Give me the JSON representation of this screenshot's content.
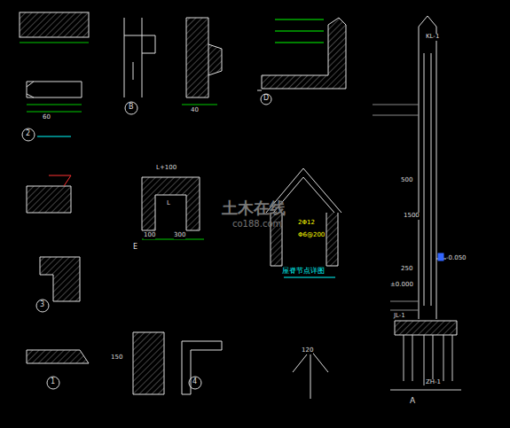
{
  "diagram": {
    "labels": [
      "土木在线",
      "co188.com",
      "屋脊节点详图",
      "2",
      "B",
      "D",
      "E",
      "3",
      "1",
      "4",
      "A",
      "L+100",
      "L",
      "100",
      "300",
      "500",
      "250",
      "40",
      "60",
      "120",
      "150",
      "1500",
      "2Φ12",
      "Φ6@200",
      "-0.050",
      "±0.000",
      "JL-1",
      "KL-1",
      "ZH-1"
    ]
  }
}
